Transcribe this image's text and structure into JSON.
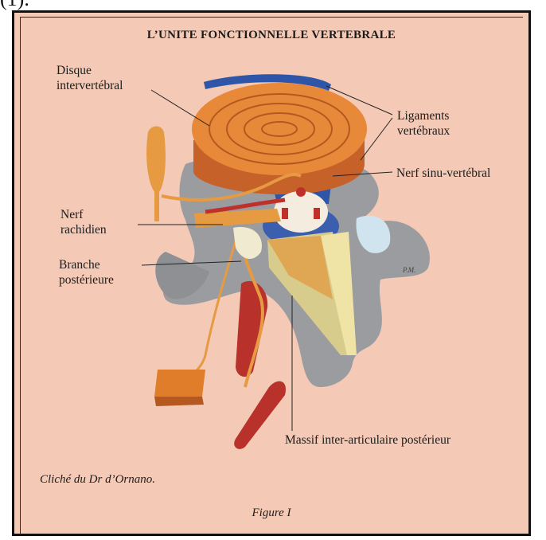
{
  "top_fragment": "(1).",
  "figure": {
    "title": "L’UNITE FONCTIONNELLE VERTEBRALE",
    "labels": {
      "disque_line1": "Disque",
      "disque_line2": "intervertébral",
      "ligaments_line1": "Ligaments",
      "ligaments_line2": "vertébraux",
      "nerf_sinu": "Nerf sinu-vertébral",
      "nerf_rachidien_line1": "Nerf",
      "nerf_rachidien_line2": "rachidien",
      "branche_line1": "Branche",
      "branche_line2": "postérieure",
      "massif": "Massif inter-articulaire postérieur"
    },
    "signature": "P.M.",
    "credit": "Cliché du Dr d’Ornano.",
    "caption": "Figure I"
  },
  "colors": {
    "background": "#f4c9b5",
    "disc": "#e8893a",
    "bone": "#9b9ca0",
    "ligament": "#2f55a8",
    "nerve": "#e69b43",
    "muscle": "#b8322b",
    "massif": "#d8cc8c"
  }
}
